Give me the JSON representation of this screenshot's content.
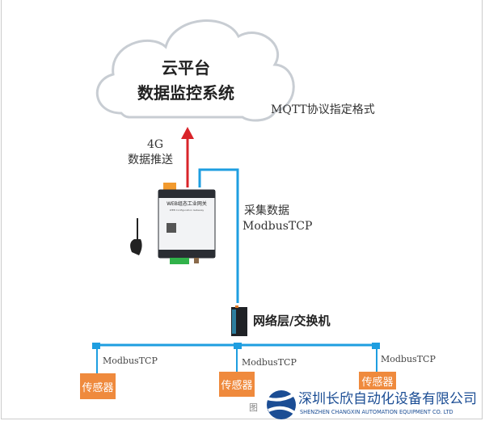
{
  "cloud": {
    "line1": "云平台",
    "line2": "数据监控系统"
  },
  "mqtt_label": "MQTT协议指定格式",
  "uplink": {
    "line1": "4G",
    "line2": "数据推送"
  },
  "collect": {
    "line1": "采集数据",
    "line2": "ModbusTCP"
  },
  "gateway": {
    "title": "WEB组态工业网关",
    "subtitle": "WEB Configuration Gateway"
  },
  "switch_label": "网络层/交换机",
  "sensors": [
    {
      "label": "传感器",
      "protocol": "ModbusTCP"
    },
    {
      "label": "传感器",
      "protocol": "ModbusTCP"
    },
    {
      "label": "传感器",
      "protocol": "ModbusTCP"
    }
  ],
  "company": {
    "name_cn": "深圳长欣自动化设备有限公司",
    "name_en": "SHENZHEN CHANGXIN AUTOMATION EQUIPMENT CO. LTD"
  },
  "colors": {
    "uplink": "#d9242a",
    "network": "#1e9ee0",
    "sensor": "#ef8a3d",
    "logo": "#1b4d94"
  }
}
